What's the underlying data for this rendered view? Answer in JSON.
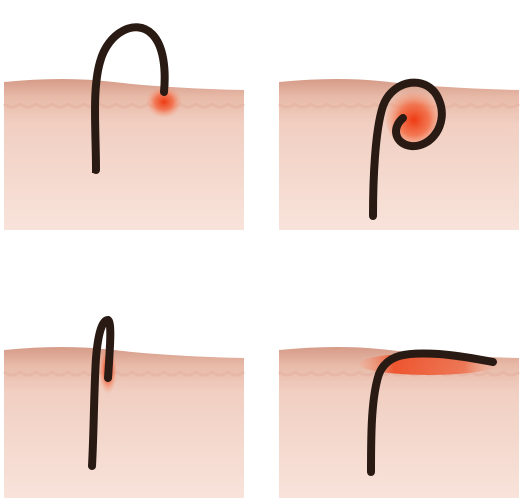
{
  "colors": {
    "background": "#ffffff",
    "skin_surface": "#e3b2a2",
    "skin_light": "#f1d4c8",
    "dermis": "#f2d3c6",
    "dermis_deep": "#f7e2d8",
    "hair": "#2a1a14",
    "inflammation": "#ef4a22",
    "inflammation_glow": "#f89b7b"
  },
  "panels": [
    {
      "id": "hair-curling-back-into-skin",
      "hair_shape": "arch",
      "inflammation": "spot"
    },
    {
      "id": "hair-coiled-under-skin",
      "hair_shape": "coil",
      "inflammation": "ring"
    },
    {
      "id": "hair-piercing-follicle-wall",
      "hair_shape": "hook",
      "inflammation": "follicle"
    },
    {
      "id": "hair-growing-sideways-under-skin",
      "hair_shape": "sideways",
      "inflammation": "streak"
    }
  ]
}
